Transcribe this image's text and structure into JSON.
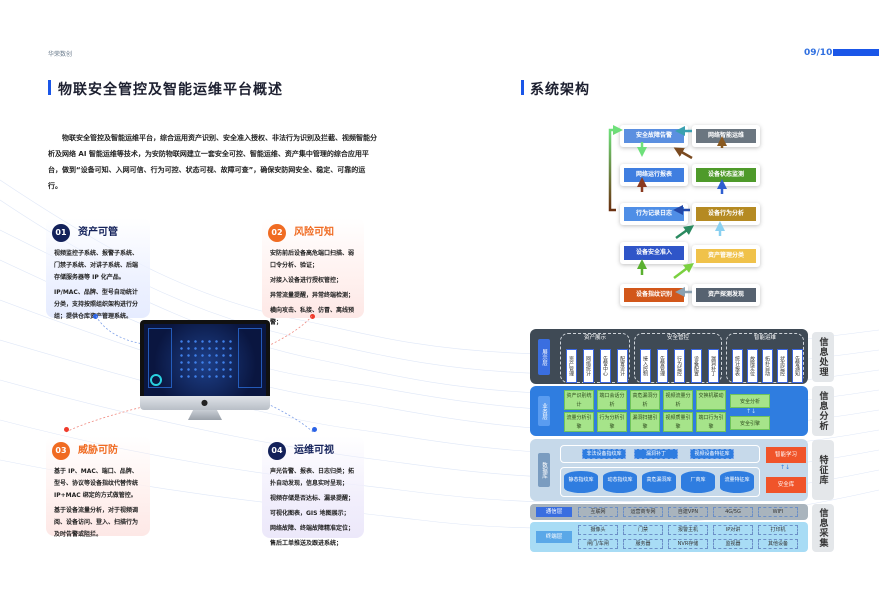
{
  "header": {
    "brand": "华荣数创",
    "page_number": "09/10"
  },
  "left": {
    "title": "物联安全管控及智能运维平台概述",
    "intro": "物联安全管控及智能运维平台，综合运用资产识别、安全准入授权、非法行为识别及拦截、视频智能分析及网络 AI 智能运维等技术，为安防物联网建立一套安全可控、智能运维、资产集中管理的综合应用平台，做到“设备可知、入网可信、行为可控、状态可视、故障可查”，确保安防网安全、稳定、可靠的运行。",
    "cards": [
      {
        "num": "01",
        "title": "资产可管",
        "lines": [
          "视频监控子系统、报警子系统、门禁子系统、对讲子系统、后端存储服务器等 IP 化产品。",
          "IP/MAC、品牌、型号自动统计分类，支持按照组织架构进行分组；提供仓库资产管理系统。"
        ]
      },
      {
        "num": "02",
        "title": "风险可知",
        "lines": [
          "安防前后设备高危端口扫描、弱口令分析、验证；",
          "对接入设备进行授权管控；",
          "异常流量提醒，异常终端检测；",
          "横向攻击、私接、仿冒、离线预警；"
        ]
      },
      {
        "num": "03",
        "title": "威胁可防",
        "lines": [
          "基于 IP、MAC、端口、品牌、型号、协议等设备指纹代替传统 IP+MAC 绑定的方式做管控。",
          "基于设备流量分析，对于视频调阅、设备访问、登入、扫描行为及时告警或阻拦。"
        ]
      },
      {
        "num": "04",
        "title": "运维可视",
        "lines": [
          "声光告警、报表、日志归类；拓扑自动发现，信息实时呈现；",
          "视频存储是否达标、漏录提醒；",
          "可视化图表，GIS 地图展示；",
          "网络故障、终端故障精准定位；",
          "售后工单推送及跟进系统；"
        ]
      }
    ]
  },
  "right": {
    "title": "系统架构",
    "flow": [
      {
        "label": "安全故障告警",
        "color": "#5b8fe0"
      },
      {
        "label": "网络智能运维",
        "color": "#6b7680"
      },
      {
        "label": "网络运行报表",
        "color": "#3f7ee0"
      },
      {
        "label": "设备状态监测",
        "color": "#4e9a2a"
      },
      {
        "label": "行为记录日志",
        "color": "#4f8ee6"
      },
      {
        "label": "设备行为分析",
        "color": "#b58a22"
      },
      {
        "label": "设备安全准入",
        "color": "#2f55c8"
      },
      {
        "label": "资产管理分类",
        "color": "#f0c24a"
      },
      {
        "label": "设备指纹识别",
        "color": "#d2571a"
      },
      {
        "label": "资产探测发现",
        "color": "#566270"
      }
    ],
    "arch": {
      "display_layer": "展示层",
      "groups": [
        {
          "title": "资产展示",
          "items": [
            "资产管理",
            "网络统计",
            "告警中心",
            "配置设计"
          ]
        },
        {
          "title": "安全管控",
          "items": [
            "接入控制",
            "告警管理",
            "行为监控",
            "设备配置",
            "漏洞补丁"
          ]
        },
        {
          "title": "智能运维",
          "items": [
            "统计报表",
            "故障定位",
            "拓扑自动",
            "状态监控",
            "告警通知"
          ]
        }
      ],
      "business_layer": "业务层",
      "business_cells": [
        "资产识别统计",
        "端口会话分析",
        "高危漏洞分析",
        "视频流量分析",
        "交换机联动",
        "流量分析引擎",
        "行为分析引擎",
        "漏洞扫描引擎",
        "视频质量引擎",
        "端口行为引擎"
      ],
      "business_right": [
        "安全分析",
        "安全引擎"
      ],
      "db_layer": "数据库",
      "db_top": [
        "非法设备指纹库",
        "漏洞补丁",
        "视频设备特征库"
      ],
      "db_cyl": [
        "静态指纹库",
        "动态指纹库",
        "高危漏洞库",
        "厂商库",
        "流量特征库"
      ],
      "db_right": [
        "智能学习",
        "安全库"
      ],
      "comm_layer": "通信层",
      "comm_cells": [
        "互联网",
        "运营商专网",
        "自建VPN",
        "4G/5G",
        "WIFI"
      ],
      "term_layer": "终端层",
      "term_row1": [
        "摄像头",
        "门禁",
        "报警主机",
        "IP对讲",
        "打印机"
      ],
      "term_row2": [
        "闸门/车闸",
        "服务器",
        "NVR存储",
        "监视器",
        "其他设备"
      ],
      "side": [
        "信息处理",
        "信息分析",
        "特征库",
        "信息采集"
      ]
    }
  },
  "colors": {
    "accent": "#1a56e8",
    "orange": "#f06b22",
    "navy": "#13215a"
  }
}
